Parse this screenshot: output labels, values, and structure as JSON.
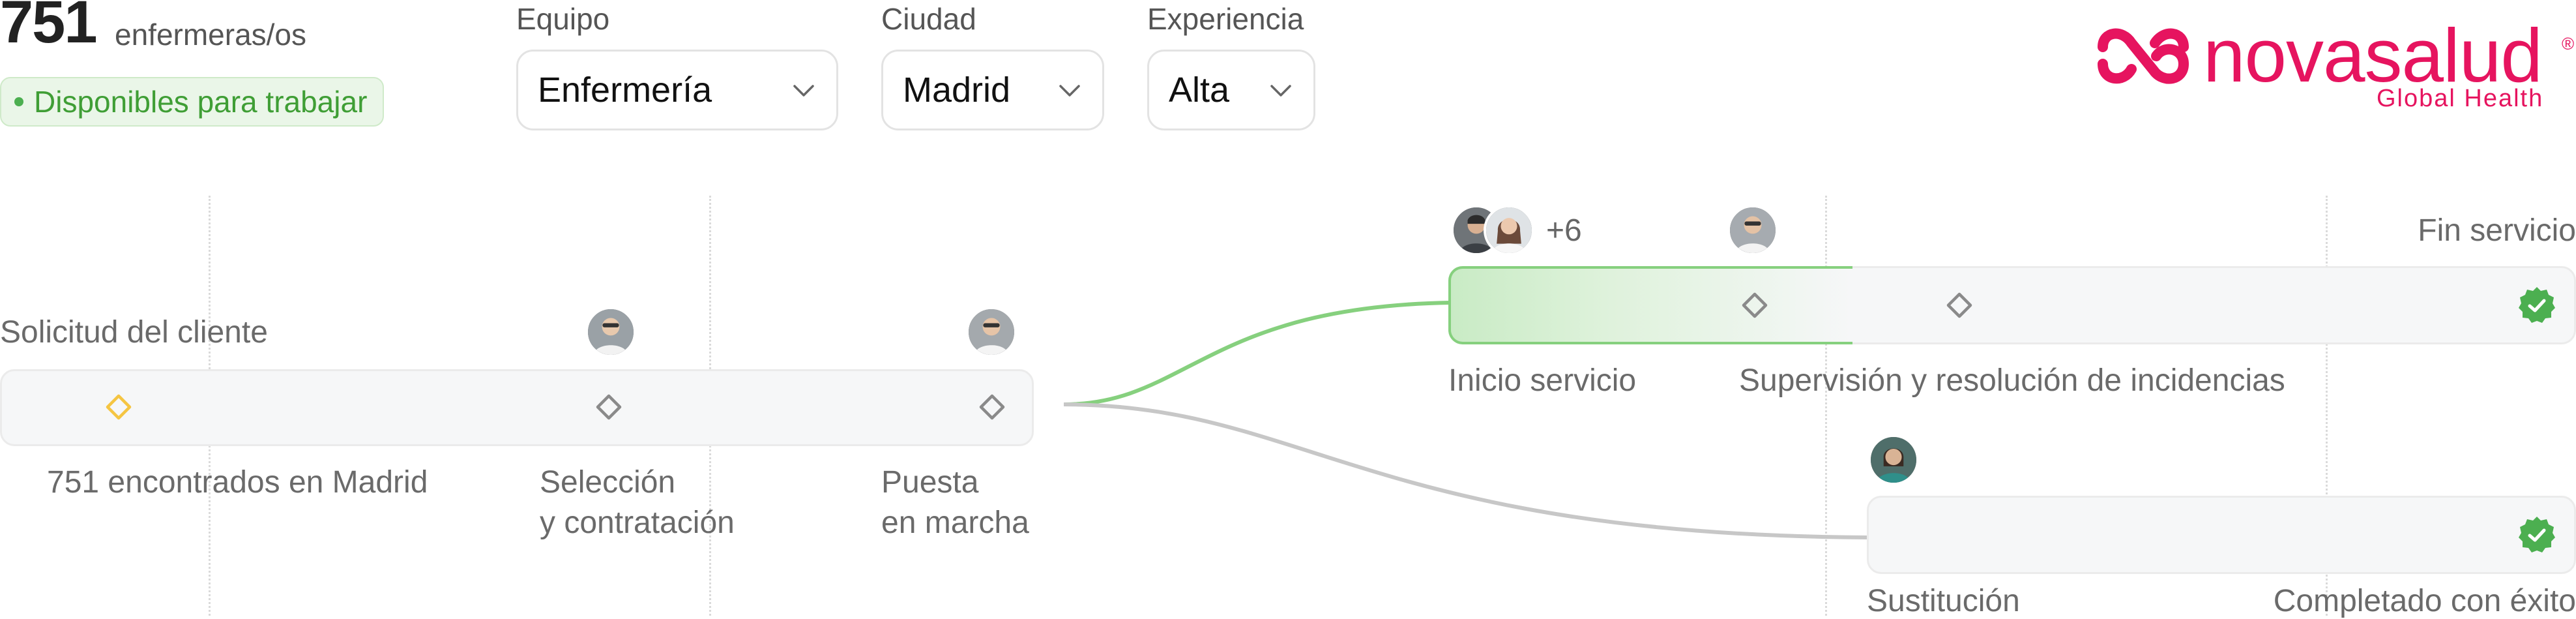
{
  "header": {
    "count": "751",
    "count_label": "enfermeras/os",
    "badge": "Disponibles para trabajar"
  },
  "filters": [
    {
      "label": "Equipo",
      "value": "Enfermería"
    },
    {
      "label": "Ciudad",
      "value": "Madrid"
    },
    {
      "label": "Experiencia",
      "value": "Alta"
    }
  ],
  "logo": {
    "name": "novasalud",
    "tagline": "Global Health",
    "mark": "®",
    "color": "#e6145f"
  },
  "flow": {
    "stage1": {
      "top_label": "Solicitud del cliente",
      "steps": [
        {
          "label": "751 encontrados en Madrid",
          "icon": "diamond-yellow-icon"
        },
        {
          "label_line1": "Selección",
          "label_line2": "y contratación",
          "icon": "diamond-gray-icon"
        },
        {
          "label_line1": "Puesta",
          "label_line2": "en marcha",
          "icon": "diamond-gray-icon"
        }
      ]
    },
    "stage2": {
      "plus_count": "+6",
      "end_label": "Fin servicio",
      "start_label": "Inicio servicio",
      "middle_label": "Supervisión y resolución de incidencias"
    },
    "stage3": {
      "start_label": "Sustitución",
      "end_label": "Completado con éxito"
    }
  },
  "colors": {
    "success": "#4caf50",
    "pending": "#f5c542",
    "neutral": "#8a8a8a",
    "brand": "#e6145f"
  }
}
